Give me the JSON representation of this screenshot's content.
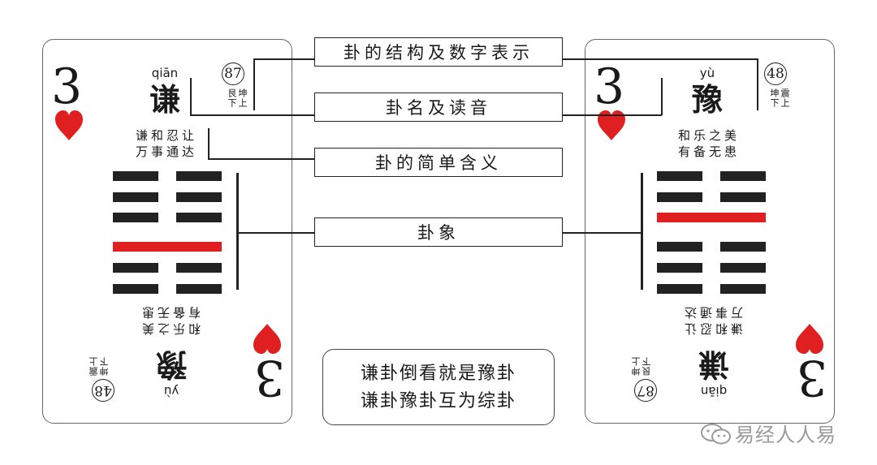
{
  "labels": {
    "structure": "卦的结构及数字表示",
    "name_reading": "卦名及读音",
    "simple_meaning": "卦的简单含义",
    "image": "卦象"
  },
  "left_card": {
    "rank": "3",
    "suit": "heart",
    "pinyin": "qiān",
    "name": "谦",
    "number": "87",
    "trigrams": "坤上艮下",
    "meaning_line1": "谦和忍让",
    "meaning_line2": "万事通达",
    "lines_bottom_to_top": [
      "yin",
      "yin",
      "yang",
      "yin",
      "yin",
      "yin"
    ],
    "flipped": {
      "pinyin": "yù",
      "name": "豫",
      "number": "48",
      "trigrams": "震上坤下",
      "meaning_line1": "和乐之美",
      "meaning_line2": "有备无患"
    }
  },
  "right_card": {
    "rank": "3",
    "suit": "heart",
    "pinyin": "yù",
    "name": "豫",
    "number": "48",
    "trigrams": "震上坤下",
    "meaning_line1": "和乐之美",
    "meaning_line2": "有备无患",
    "lines_bottom_to_top": [
      "yin",
      "yin",
      "yin",
      "yang",
      "yin",
      "yin"
    ],
    "flipped": {
      "pinyin": "qiān",
      "name": "谦",
      "number": "87",
      "trigrams": "坤上艮下",
      "meaning_line1": "谦和忍让",
      "meaning_line2": "万事通达"
    }
  },
  "note": {
    "line1": "谦卦倒看就是豫卦",
    "line2": "谦卦豫卦互为综卦"
  },
  "watermark": "易经人人易",
  "colors": {
    "heart": "#e02020",
    "yang_line": "#e02020",
    "yin_line": "#222222"
  }
}
